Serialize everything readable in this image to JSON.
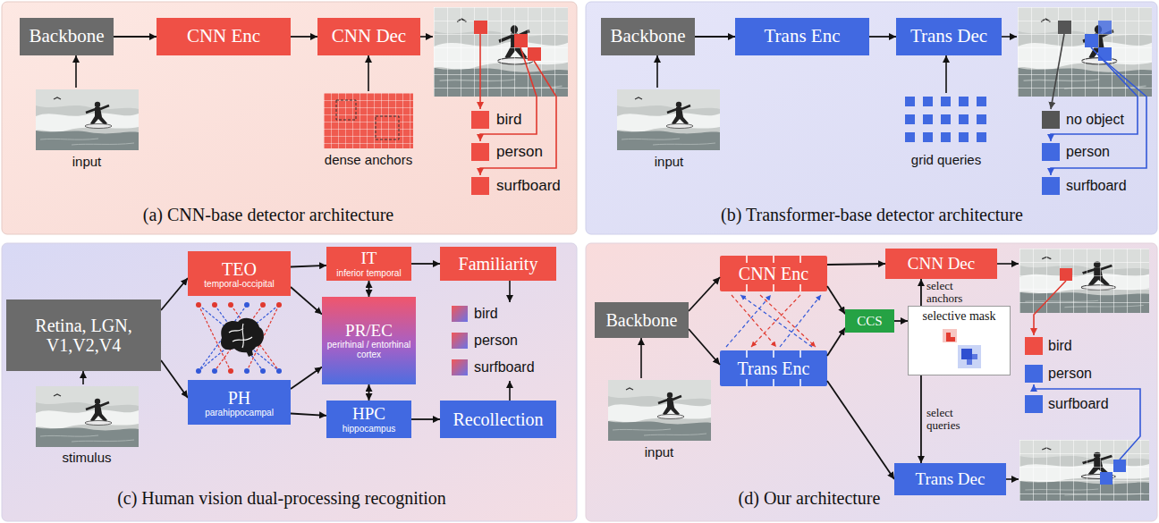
{
  "diagram": {
    "nodes": [
      {
        "text": [
          "(a) CNN-base detector architecture"
        ]
      },
      {
        "text": [
          "Backbone"
        ],
        "in": 0
      },
      {
        "text": [
          "CNN Enc"
        ],
        "in": 0
      },
      {
        "text": [
          "CNN Dec"
        ],
        "in": 0
      },
      {
        "text": [
          "(b) Transformer-base detector architecture"
        ]
      },
      {
        "text": [
          "Backbone"
        ],
        "in": 4
      },
      {
        "text": [
          "Trans Enc"
        ],
        "in": 4
      },
      {
        "text": [
          "Trans Dec"
        ],
        "in": 4
      },
      {
        "text": [
          "(c) Human vision dual-processing recognition"
        ]
      },
      {
        "text": [
          "Retina, LGN, V1,V2,V4"
        ],
        "in": 8
      },
      {
        "text": [
          "TEO",
          "temporal-occipital"
        ],
        "in": 8
      },
      {
        "text": [
          "IT",
          "inferior temporal"
        ],
        "in": 8
      },
      {
        "text": [
          "Familiarity"
        ],
        "in": 8
      },
      {
        "text": [
          "PR/EC",
          "perirhinal / entorhinal cortex"
        ],
        "in": 8
      },
      {
        "text": [
          "PH",
          "parahippocampal"
        ],
        "in": 8
      },
      {
        "text": [
          "HPC",
          "hippocampus"
        ],
        "in": 8
      },
      {
        "text": [
          "Recollection"
        ],
        "in": 8
      },
      {
        "text": [
          "(d) Our architecture"
        ]
      },
      {
        "text": [
          "Backbone"
        ],
        "in": 17
      },
      {
        "text": [
          "CNN Enc"
        ],
        "in": 17
      },
      {
        "text": [
          "Trans Enc"
        ],
        "in": 17
      },
      {
        "text": [
          "CCS"
        ],
        "in": 17
      },
      {
        "text": [
          "selective mask"
        ],
        "in": 17
      },
      {
        "text": [
          "CNN Dec"
        ],
        "in": 17
      },
      {
        "text": [
          "Trans Dec"
        ],
        "in": 17
      }
    ],
    "edges": [
      {
        "from": 1,
        "to": 2,
        "arrow": "to"
      },
      {
        "from": 2,
        "to": 3,
        "arrow": "to"
      },
      {
        "from": 5,
        "to": 6,
        "arrow": "to"
      },
      {
        "from": 6,
        "to": 7,
        "arrow": "to"
      },
      {
        "from": 9,
        "to": 10,
        "arrow": "to"
      },
      {
        "from": 9,
        "to": 14,
        "arrow": "to"
      },
      {
        "from": 10,
        "to": 11,
        "arrow": "to"
      },
      {
        "from": 10,
        "to": 13,
        "arrow": "to"
      },
      {
        "from": 14,
        "to": 13,
        "arrow": "to"
      },
      {
        "from": 14,
        "to": 15,
        "arrow": "to"
      },
      {
        "from": 11,
        "to": 13,
        "arrow": "both"
      },
      {
        "from": 13,
        "to": 15,
        "arrow": "both"
      },
      {
        "from": 11,
        "to": 12,
        "arrow": "to"
      },
      {
        "from": 15,
        "to": 16,
        "arrow": "to"
      },
      {
        "from": 18,
        "to": 19,
        "arrow": "to"
      },
      {
        "from": 18,
        "to": 20,
        "arrow": "to"
      },
      {
        "from": 19,
        "to": 21,
        "arrow": "to"
      },
      {
        "from": 20,
        "to": 21,
        "arrow": "to"
      },
      {
        "from": 21,
        "to": 22,
        "arrow": "to"
      },
      {
        "from": 22,
        "to": 23,
        "label": "select anchors",
        "arrow": "to"
      },
      {
        "from": 22,
        "to": 24,
        "label": "select queries",
        "arrow": "to"
      },
      {
        "from": 19,
        "to": 23,
        "arrow": "to"
      },
      {
        "from": 20,
        "to": 24,
        "arrow": "to"
      }
    ],
    "labels": [
      "input",
      "dense anchors",
      "bird",
      "person",
      "surfboard",
      "input",
      "grid queries",
      "no object",
      "person",
      "surfboard",
      "stimulus",
      "bird",
      "person",
      "surfboard",
      "input",
      "bird",
      "person",
      "surfboard"
    ]
  }
}
